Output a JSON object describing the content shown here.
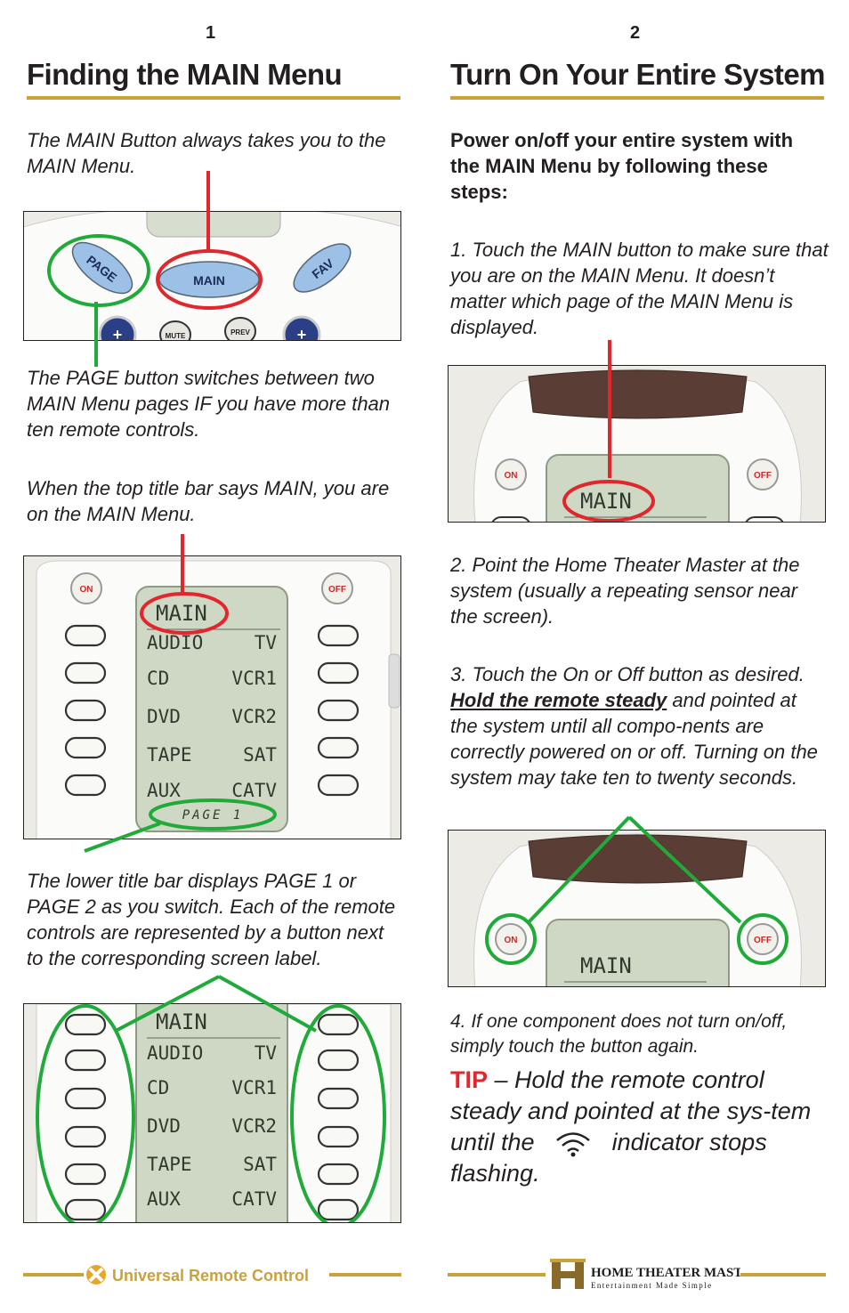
{
  "left": {
    "page_number": "1",
    "title": "Finding the MAIN Menu",
    "caption_main_button": "The MAIN Button always takes you to the MAIN Menu.",
    "caption_page_button": "The PAGE button switches between two MAIN Menu pages IF you have more than ten remote controls.",
    "caption_title_bar": "When the top title bar says MAIN, you are on the MAIN Menu.",
    "caption_lower_bar": "The lower title bar displays PAGE 1 or PAGE 2 as you switch. Each of the remote controls are represented by a button next to the corresponding screen label.",
    "buttons": {
      "page": "PAGE",
      "main": "MAIN",
      "fav": "FAV",
      "mute": "MUTE",
      "prev": "PREV",
      "plus": "+"
    },
    "screen": {
      "title": "MAIN",
      "rows": [
        [
          "AUDIO",
          "TV"
        ],
        [
          "CD",
          "VCR1"
        ],
        [
          "DVD",
          "VCR2"
        ],
        [
          "TAPE",
          "SAT"
        ],
        [
          "AUX",
          "CATV"
        ]
      ],
      "page_label": "PAGE 1",
      "on": "ON",
      "off": "OFF"
    }
  },
  "right": {
    "page_number": "2",
    "title": "Turn On Your Entire System",
    "intro": "Power on/off your entire system with the MAIN Menu by following these steps:",
    "step1": "1. Touch the MAIN button to make sure that you are on the MAIN Menu. It doesn’t matter which page of the MAIN Menu is displayed.",
    "step2": "2. Point the Home Theater Master at the system (usually a repeating sensor near the screen).",
    "step3_a": "3. Touch the On or Off button as desired.",
    "step3_emph": "Hold the remote steady",
    "step3_b": "and pointed at the system until all compo-nents are correctly powered on or off. Turning on the system may take ten to twenty seconds.",
    "step4": "4. If one component does not turn on/off, simply touch the button again.",
    "tip_word": "TIP",
    "tip_a": "– Hold the remote control steady and pointed at the sys-tem until  the",
    "tip_b": "indicator stops flashing."
  },
  "footer": {
    "left_logo": "Universal Remote Control",
    "right_logo": "HOME THEATER MASTER",
    "right_tagline": "Entertainment Made Simple"
  },
  "colors": {
    "accent_gold": "#c8a23a",
    "annotation_red": "#e1262c",
    "annotation_green": "#1faa3a",
    "lcd_green": "#cfd8c4",
    "button_blue": "#9cc0e6"
  }
}
